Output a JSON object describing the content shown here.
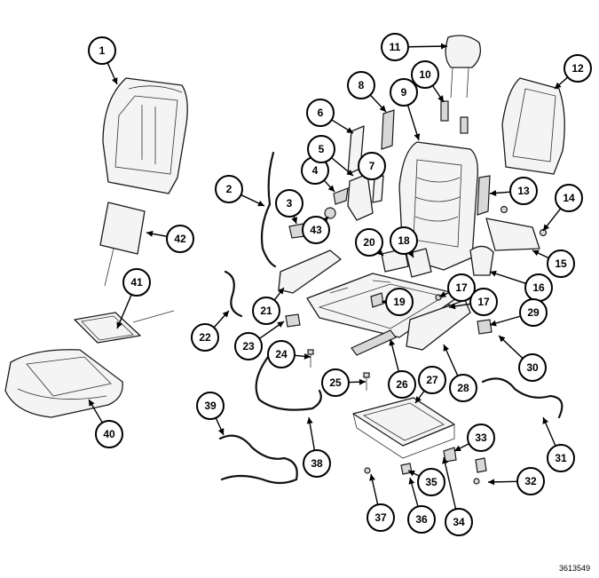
{
  "figure_number": "3613549",
  "callouts": [
    {
      "label": "1"
    },
    {
      "label": "2"
    },
    {
      "label": "3"
    },
    {
      "label": "4"
    },
    {
      "label": "5"
    },
    {
      "label": "6"
    },
    {
      "label": "7"
    },
    {
      "label": "8"
    },
    {
      "label": "9"
    },
    {
      "label": "10"
    },
    {
      "label": "11"
    },
    {
      "label": "12"
    },
    {
      "label": "13"
    },
    {
      "label": "14"
    },
    {
      "label": "15"
    },
    {
      "label": "16"
    },
    {
      "label": "17"
    },
    {
      "label": "17"
    },
    {
      "label": "18"
    },
    {
      "label": "19"
    },
    {
      "label": "20"
    },
    {
      "label": "21"
    },
    {
      "label": "22"
    },
    {
      "label": "23"
    },
    {
      "label": "24"
    },
    {
      "label": "25"
    },
    {
      "label": "26"
    },
    {
      "label": "27"
    },
    {
      "label": "28"
    },
    {
      "label": "29"
    },
    {
      "label": "30"
    },
    {
      "label": "31"
    },
    {
      "label": "32"
    },
    {
      "label": "33"
    },
    {
      "label": "34"
    },
    {
      "label": "35"
    },
    {
      "label": "36"
    },
    {
      "label": "37"
    },
    {
      "label": "38"
    },
    {
      "label": "39"
    },
    {
      "label": "40"
    },
    {
      "label": "41"
    },
    {
      "label": "42"
    },
    {
      "label": "43"
    }
  ]
}
